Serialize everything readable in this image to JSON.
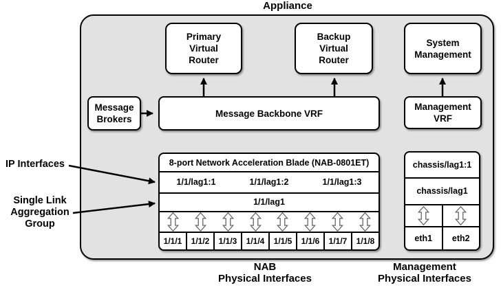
{
  "title": "Appliance",
  "colors": {
    "appliance_fill": "#e2e2e2",
    "box_fill": "#ffffff",
    "line": "#000000",
    "port_arrow_outline": "#666666"
  },
  "boxes": {
    "primary_router": "Primary\nVirtual\nRouter",
    "backup_router": "Backup\nVirtual\nRouter",
    "system_management": "System\nManagement",
    "message_brokers": "Message\nBrokers",
    "backbone_vrf": "Message Backbone VRF",
    "management_vrf": "Management\nVRF"
  },
  "nab": {
    "header": "8-port Network Acceleration Blade (NAB-0801ET)",
    "ip_interfaces": [
      "1/1/lag1:1",
      "1/1/lag1:2",
      "1/1/lag1:3"
    ],
    "lag": "1/1/lag1",
    "ports": [
      "1/1/1",
      "1/1/2",
      "1/1/3",
      "1/1/4",
      "1/1/5",
      "1/1/6",
      "1/1/7",
      "1/1/8"
    ]
  },
  "management": {
    "lag_interface": "chassis/lag1:1",
    "lag": "chassis/lag1",
    "ports": [
      "eth1",
      "eth2"
    ]
  },
  "labels": {
    "ip_interfaces": "IP Interfaces",
    "slag": "Single Link\nAggregation\nGroup",
    "nab_physical": "NAB\nPhysical Interfaces",
    "management_physical": "Management\nPhysical Interfaces"
  }
}
